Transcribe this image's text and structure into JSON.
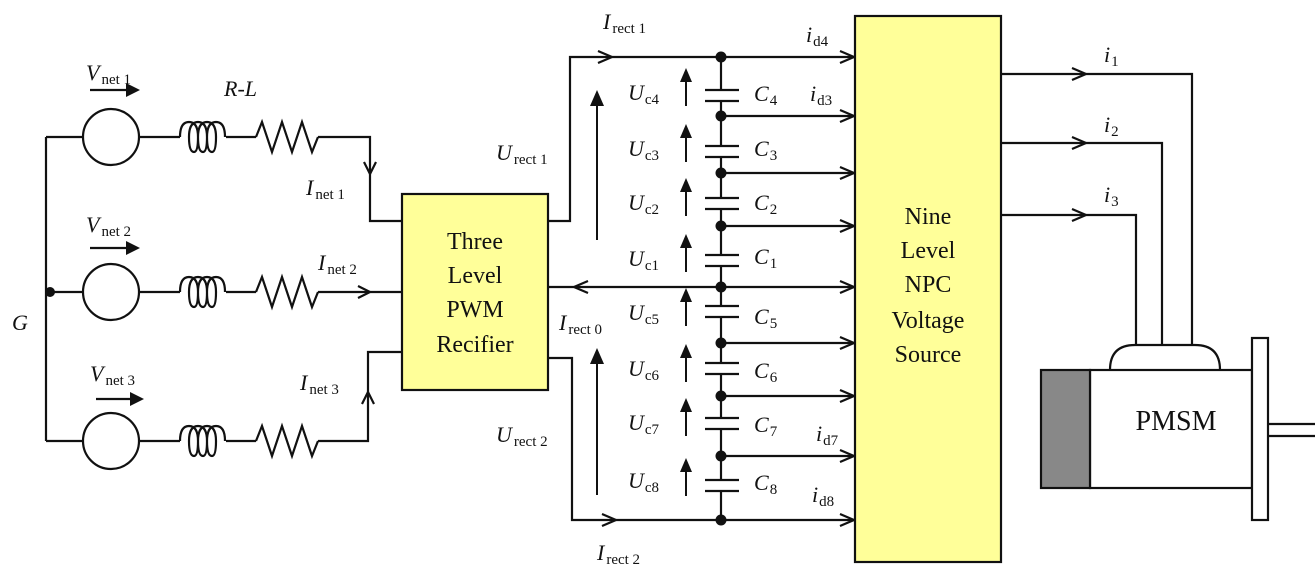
{
  "colors": {
    "block_fill": "#ffff99",
    "motor_dark": "#888888",
    "line": "#111111"
  },
  "blocks": {
    "rectifier": [
      "Three",
      "Level",
      "PWM",
      "Recifier"
    ],
    "npc": [
      "Nine",
      "Level",
      "NPC",
      "Voltage",
      "Source"
    ],
    "motor": "PMSM"
  },
  "labels": {
    "G": "G",
    "RL": "R-L",
    "Vnet1": {
      "main": "V",
      "sub": "net 1"
    },
    "Vnet2": {
      "main": "V",
      "sub": "net 2"
    },
    "Vnet3": {
      "main": "V",
      "sub": "net 3"
    },
    "Inet1": {
      "main": "I",
      "sub": "net 1"
    },
    "Inet2": {
      "main": "I",
      "sub": "net 2"
    },
    "Inet3": {
      "main": "I",
      "sub": "net 3"
    },
    "Irect1": {
      "main": "I",
      "sub": "rect 1"
    },
    "Irect0": {
      "main": "I",
      "sub": "rect 0"
    },
    "Irect2": {
      "main": "I",
      "sub": "rect 2"
    },
    "Urect1": {
      "main": "U",
      "sub": "rect 1"
    },
    "Urect2": {
      "main": "U",
      "sub": "rect 2"
    },
    "Uc4": {
      "main": "U",
      "sub": "c4"
    },
    "Uc3": {
      "main": "U",
      "sub": "c3"
    },
    "Uc2": {
      "main": "U",
      "sub": "c2"
    },
    "Uc1": {
      "main": "U",
      "sub": "c1"
    },
    "Uc5": {
      "main": "U",
      "sub": "c5"
    },
    "Uc6": {
      "main": "U",
      "sub": "c6"
    },
    "Uc7": {
      "main": "U",
      "sub": "c7"
    },
    "Uc8": {
      "main": "U",
      "sub": "c8"
    },
    "C4": {
      "main": "C",
      "sub": "4"
    },
    "C3": {
      "main": "C",
      "sub": "3"
    },
    "C2": {
      "main": "C",
      "sub": "2"
    },
    "C1": {
      "main": "C",
      "sub": "1"
    },
    "C5": {
      "main": "C",
      "sub": "5"
    },
    "C6": {
      "main": "C",
      "sub": "6"
    },
    "C7": {
      "main": "C",
      "sub": "7"
    },
    "C8": {
      "main": "C",
      "sub": "8"
    },
    "id4": {
      "main": "i",
      "sub": "d4"
    },
    "id3": {
      "main": "i",
      "sub": "d3"
    },
    "id7": {
      "main": "i",
      "sub": "d7"
    },
    "id8": {
      "main": "i",
      "sub": "d8"
    },
    "i1": {
      "main": "i",
      "sub": "1"
    },
    "i2": {
      "main": "i",
      "sub": "2"
    },
    "i3": {
      "main": "i",
      "sub": "3"
    }
  }
}
